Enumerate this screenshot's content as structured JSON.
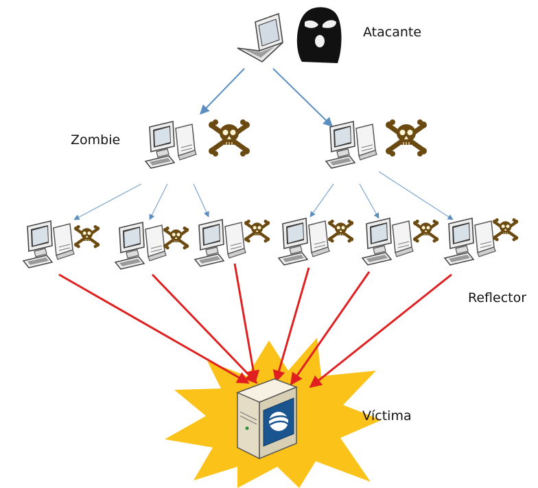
{
  "labels": {
    "attacker": "Atacante",
    "zombie": "Zombie",
    "reflector": "Reflector",
    "victim": "Víctima"
  },
  "colors": {
    "blue_arrow": "#5b8dc0",
    "red_arrow": "#e02020",
    "explosion": "#fbc21a",
    "skull": "#6b4a12"
  }
}
